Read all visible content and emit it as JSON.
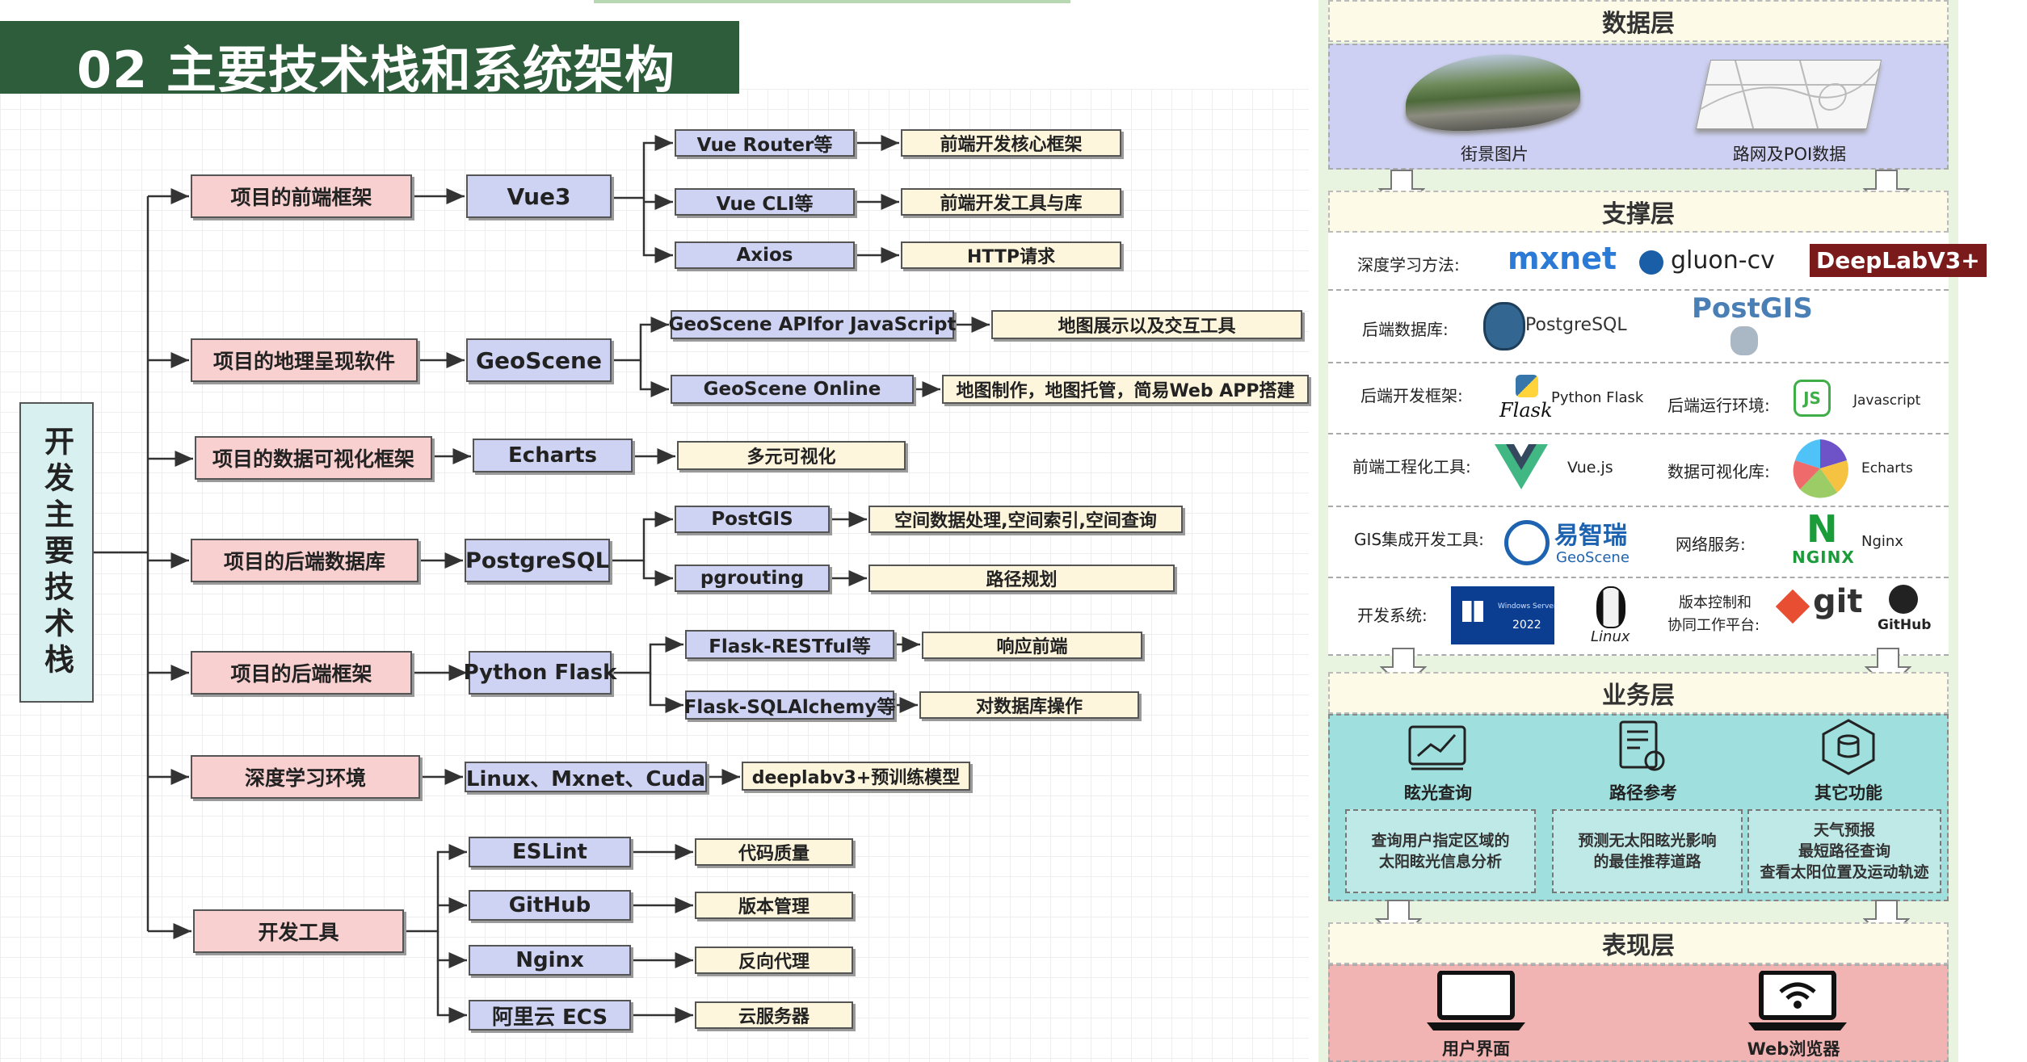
{
  "title": "02 主要技术栈和系统架构",
  "root": "开发主要技术栈",
  "categories": [
    {
      "label": "项目的前端框架",
      "tech": [
        "Vue3"
      ],
      "subs": [
        "Vue Router等",
        "Vue CLI等",
        "Axios"
      ],
      "descs": [
        "前端开发核心框架",
        "前端开发工具与库",
        "HTTP请求"
      ]
    },
    {
      "label": "项目的地理呈现软件",
      "tech": [
        "GeoScene"
      ],
      "subs": [
        "GeoScene APIfor JavaScript",
        "GeoScene Online"
      ],
      "descs": [
        "地图展示以及交互工具",
        "地图制作，地图托管，简易Web APP搭建"
      ]
    },
    {
      "label": "项目的数据可视化框架",
      "tech": [
        "Echarts"
      ],
      "subs": [],
      "descs": [
        "多元可视化"
      ]
    },
    {
      "label": "项目的后端数据库",
      "tech": [
        "PostgreSQL"
      ],
      "subs": [
        "PostGIS",
        "pgrouting"
      ],
      "descs": [
        "空间数据处理,空间索引,空间查询",
        "路径规划"
      ]
    },
    {
      "label": "项目的后端框架",
      "tech": [
        "Python Flask"
      ],
      "subs": [
        "Flask-RESTful等",
        "Flask-SQLAlchemy等"
      ],
      "descs": [
        "响应前端",
        "对数据库操作"
      ]
    },
    {
      "label": "深度学习环境",
      "tech": [
        "Linux、Mxnet、Cuda"
      ],
      "subs": [],
      "descs": [
        "deeplabv3+预训练模型"
      ]
    },
    {
      "label": "开发工具",
      "tech": [
        "ESLint",
        "GitHub",
        "Nginx",
        "阿里云 ECS"
      ],
      "subs": [],
      "descs": [
        "代码质量",
        "版本管理",
        "反向代理",
        "云服务器"
      ]
    }
  ],
  "architecture": {
    "data_layer": {
      "title": "数据层",
      "items": [
        "街景图片",
        "路网及POI数据"
      ]
    },
    "support_layer": {
      "title": "支撑层",
      "rows": [
        {
          "label": "深度学习方法:",
          "logos": [
            "mxnet",
            "gluon-cv",
            "DeepLabV3+"
          ]
        },
        {
          "label": "后端数据库:",
          "logos": [
            "PostgreSQL",
            "PostGIS"
          ]
        },
        {
          "label": "后端开发框架:",
          "logos": [
            "Flask",
            "Python Flask"
          ],
          "label2": "后端运行环境:",
          "logos2": [
            "JS",
            "Javascript"
          ]
        },
        {
          "label": "前端工程化工具:",
          "logos": [
            "Vue.js"
          ],
          "label2": "数据可视化库:",
          "logos2": [
            "Echarts"
          ]
        },
        {
          "label": "GIS集成开发工具:",
          "logos": [
            "易智瑞",
            "GeoScene"
          ],
          "label2": "网络服务:",
          "logos2": [
            "N",
            "NGINX",
            "Nginx"
          ]
        },
        {
          "label": "开发系统:",
          "logos": [
            "Windows Server",
            "2022",
            "Linux"
          ],
          "label2a": "版本控制和",
          "label2b": "协同工作平台:",
          "logos2": [
            "git",
            "GitHub"
          ]
        }
      ]
    },
    "business_layer": {
      "title": "业务层",
      "features": [
        {
          "name": "眩光查询",
          "desc": [
            "查询用户指定区域的",
            "太阳眩光信息分析"
          ]
        },
        {
          "name": "路径参考",
          "desc": [
            "预测无太阳眩光影响",
            "的最佳推荐道路"
          ]
        },
        {
          "name": "其它功能",
          "desc": [
            "天气预报",
            "最短路径查询",
            "查看太阳位置及运动轨迹"
          ]
        }
      ]
    },
    "presentation_layer": {
      "title": "表现层",
      "items": [
        "用户界面",
        "Web浏览器"
      ]
    },
    "colors": {
      "data_band": "#cdd0f2",
      "business_band": "#9fe0de",
      "presentation_band": "#f2b3b3",
      "panel": "#e8f4df",
      "title_bar": "#2e5d3b"
    }
  }
}
